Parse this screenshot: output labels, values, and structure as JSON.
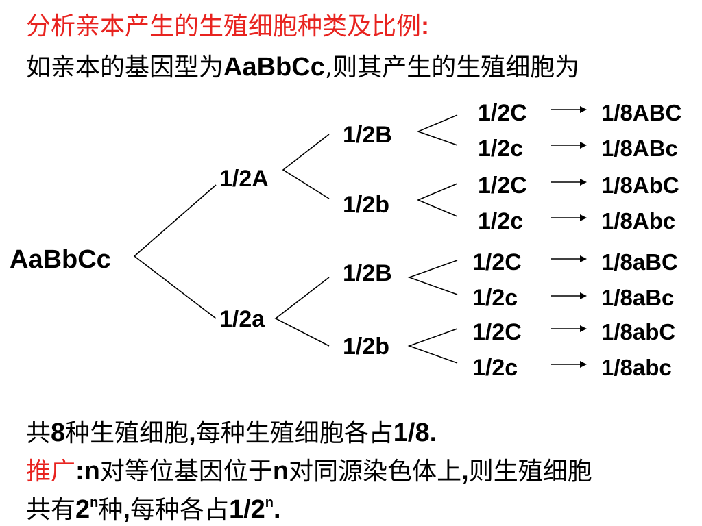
{
  "heading": {
    "text": "分析亲本产生的生殖细胞种类及比例",
    "colon": ":"
  },
  "intro": {
    "prefix": "如亲本的基因型为",
    "genotype": "AaBbCc",
    "suffix": ",则其产生的生殖细胞为"
  },
  "tree": {
    "root": "AaBbCc",
    "level1": [
      "1/2A",
      "1/2a"
    ],
    "level2": [
      "1/2B",
      "1/2b",
      "1/2B",
      "1/2b"
    ],
    "level3": [
      "1/2C",
      "1/2c",
      "1/2C",
      "1/2c",
      "1/2C",
      "1/2c",
      "1/2C",
      "1/2c"
    ],
    "results": [
      "1/8ABC",
      "1/8ABc",
      "1/8AbC",
      "1/8Abc",
      "1/8aBC",
      "1/8aBc",
      "1/8abC",
      "1/8abc"
    ]
  },
  "summary": {
    "t1": "共",
    "n1": "8",
    "t2": "种生殖细胞",
    "t3": ",",
    "t4": "每种生殖细胞各占",
    "n2": "1/8."
  },
  "general": {
    "label": "推广",
    "colon": ":",
    "n1": "n",
    "t1": "对等位基因位于",
    "n2": "n",
    "t2": "对同源染色体上",
    "t3": ",",
    "t4": "则生殖细胞",
    "l2_t1": "共有",
    "l2_base": "2",
    "l2_exp": "n",
    "l2_t2": "种",
    "l2_t3": ",",
    "l2_t4": "每种各占",
    "l2_frac": "1/2",
    "l2_exp2": "n",
    "l2_end": "."
  },
  "colors": {
    "accent_red": "#e8231f",
    "text": "#000000"
  }
}
